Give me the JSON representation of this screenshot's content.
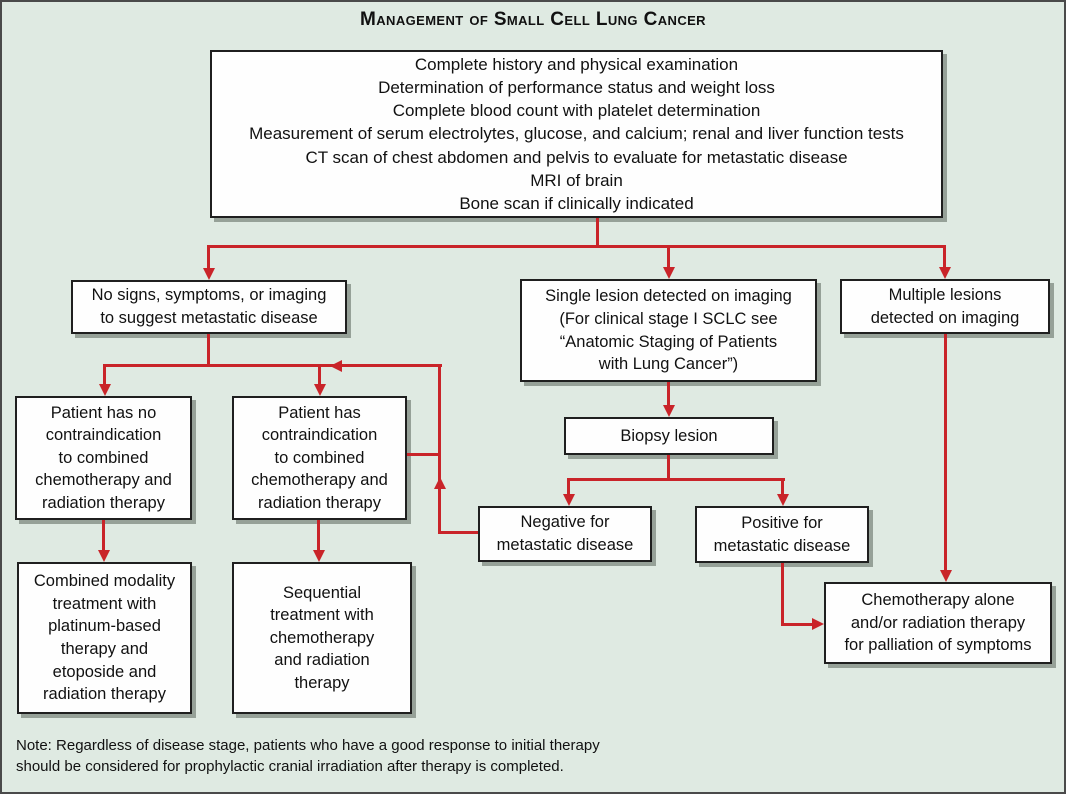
{
  "title": "Management of Small Cell Lung Cancer",
  "nodes": {
    "workup": "Complete history and physical examination\nDetermination of performance status and weight loss\nComplete blood count with platelet determination\nMeasurement of serum electrolytes, glucose, and calcium; renal and liver function tests\nCT scan of chest abdomen and pelvis to evaluate for metastatic disease\nMRI of brain\nBone scan if clinically indicated",
    "no_signs": "No signs, symptoms, or imaging\nto suggest metastatic disease",
    "single_lesion": "Single lesion detected on imaging\n(For clinical stage I SCLC see\n“Anatomic Staging of Patients\nwith Lung Cancer”)",
    "multiple_lesions": "Multiple lesions\ndetected on imaging",
    "no_contraindication": "Patient has no\ncontraindication\nto combined\nchemotherapy and\nradiation therapy",
    "contraindication": "Patient has\ncontraindication\nto combined\nchemotherapy and\nradiation therapy",
    "biopsy": "Biopsy lesion",
    "negative": "Negative for\nmetastatic disease",
    "positive": "Positive for\nmetastatic disease",
    "combined_modality": "Combined modality\ntreatment with\nplatinum-based\ntherapy and\netoposide and\nradiation therapy",
    "sequential": "Sequential\ntreatment with\nchemotherapy\nand radiation\ntherapy",
    "chemo_alone": "Chemotherapy alone\nand/or radiation therapy\nfor palliation of symptoms"
  },
  "note": "Note: Regardless of disease stage, patients who have a good response to initial therapy\nshould be considered for prophylactic cranial irradiation after therapy is completed.",
  "colors": {
    "bg": "#dfeae2",
    "box": "#fefefe",
    "line": "#1f1f1f",
    "arrow": "#c92429",
    "shadow": "#96a198"
  }
}
